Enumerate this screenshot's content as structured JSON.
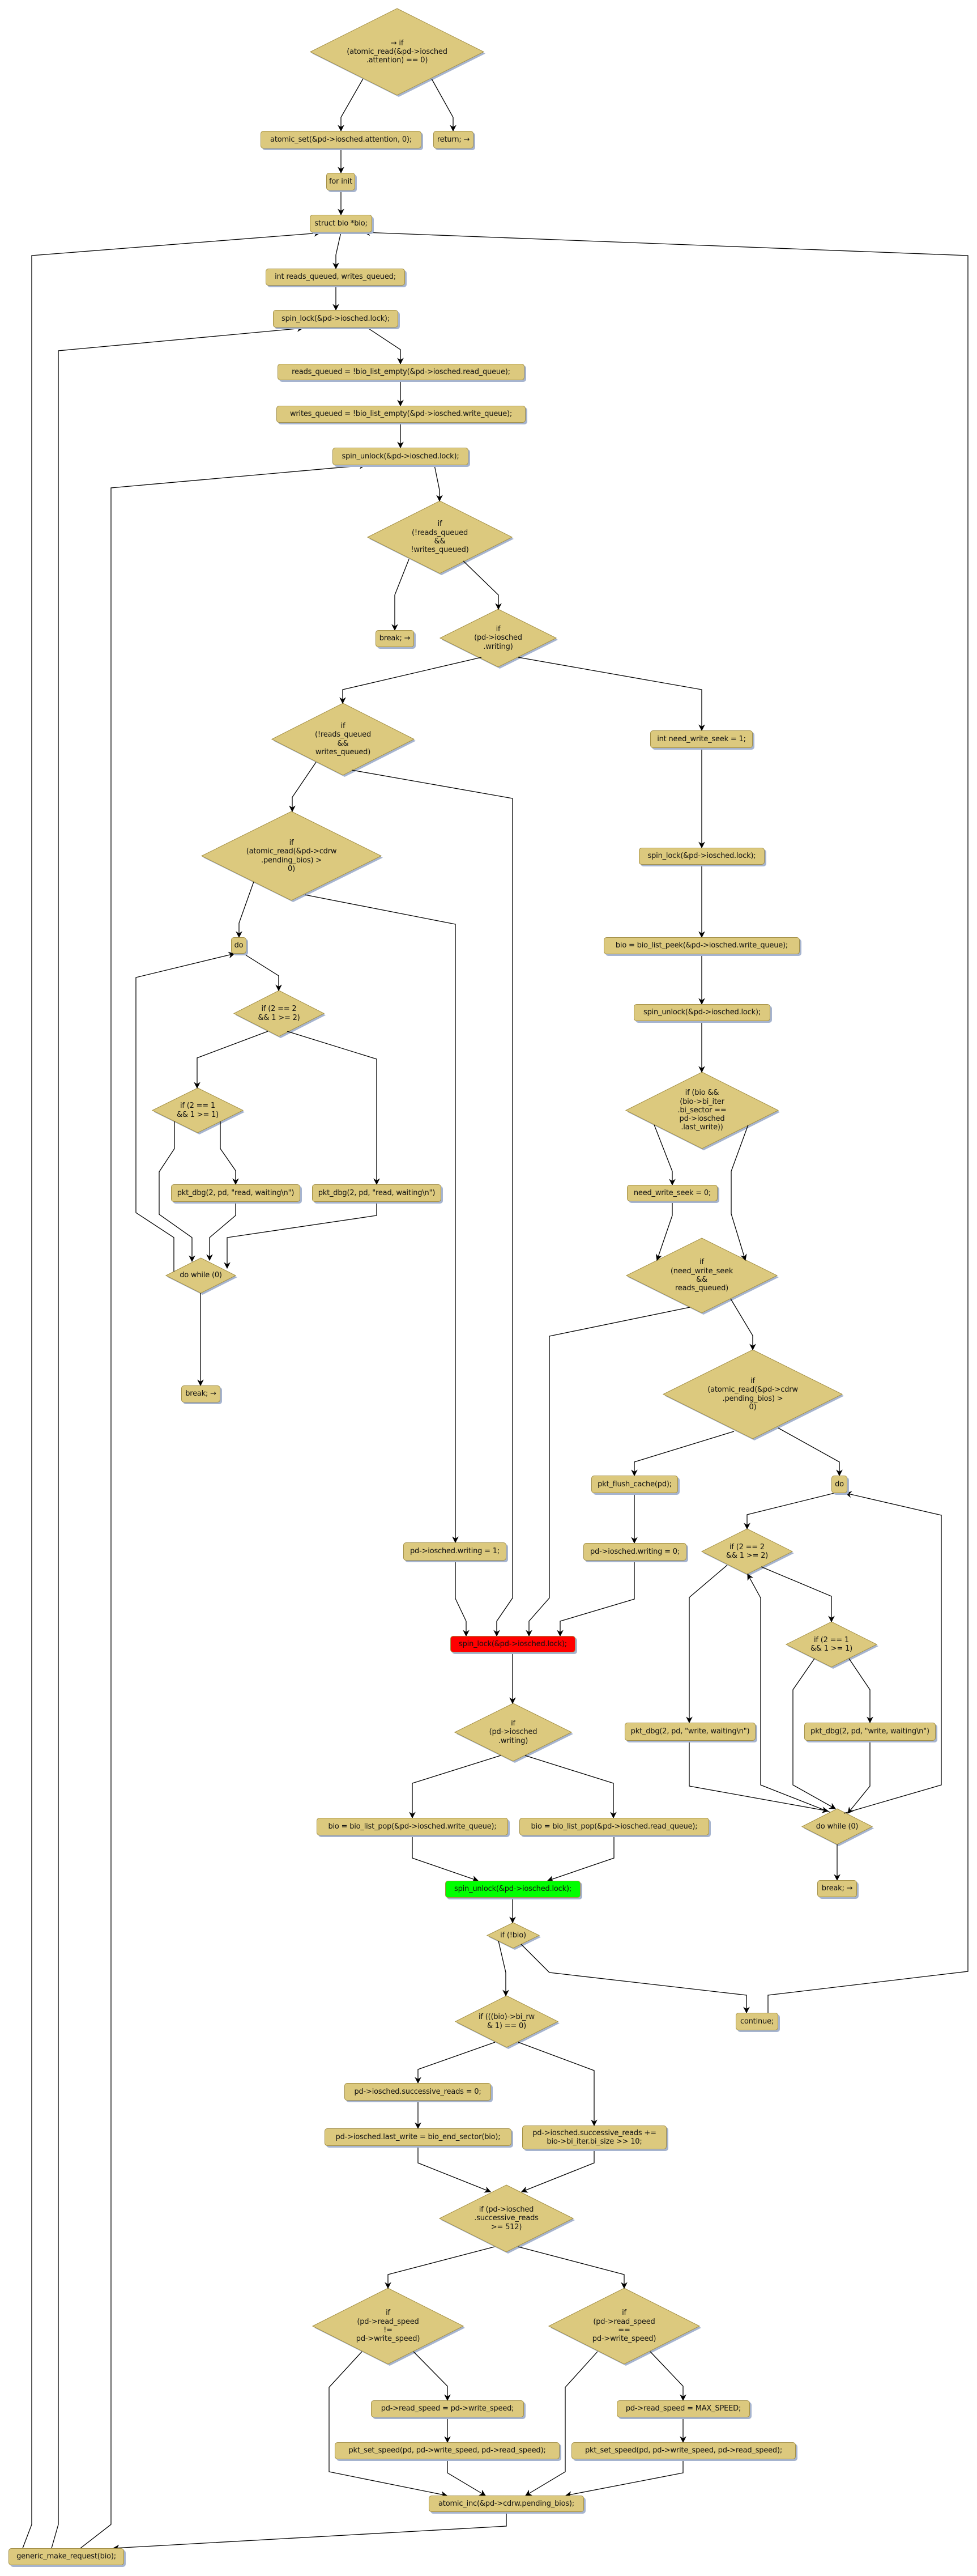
{
  "diagram": {
    "colors": {
      "node_fill": "#dcc97e",
      "node_border": "#a38f45",
      "shadow": "#a6b4cf",
      "highlight_lock": "#ff0000",
      "highlight_unlock": "#00ff00",
      "edge": "#000000"
    },
    "nodes": [
      {
        "label": "→ if\n(atomic_read(&pd->iosched\n.attention) == 0)",
        "shape": "diamond"
      },
      {
        "label": "atomic_set(&pd->iosched.attention, 0);",
        "shape": "box"
      },
      {
        "label": "return; →",
        "shape": "box"
      },
      {
        "label": "for init",
        "shape": "box"
      },
      {
        "label": "struct bio *bio;",
        "shape": "box"
      },
      {
        "label": "int reads_queued, writes_queued;",
        "shape": "box"
      },
      {
        "label": "spin_lock(&pd->iosched.lock);",
        "shape": "box"
      },
      {
        "label": "reads_queued = !bio_list_empty(&pd->iosched.read_queue);",
        "shape": "box"
      },
      {
        "label": "writes_queued = !bio_list_empty(&pd->iosched.write_queue);",
        "shape": "box"
      },
      {
        "label": "spin_unlock(&pd->iosched.lock);",
        "shape": "box"
      },
      {
        "label": "if\n(!reads_queued\n&&\n!writes_queued)",
        "shape": "diamond"
      },
      {
        "label": "break; →",
        "shape": "box"
      },
      {
        "label": "if\n(pd->iosched\n.writing)",
        "shape": "diamond"
      },
      {
        "label": "if\n(!reads_queued\n&&\nwrites_queued)",
        "shape": "diamond"
      },
      {
        "label": "if\n(atomic_read(&pd->cdrw\n.pending_bios) >\n0)",
        "shape": "diamond"
      },
      {
        "label": "do",
        "shape": "box"
      },
      {
        "label": "if (2 == 2\n&& 1 >= 2)",
        "shape": "diamond"
      },
      {
        "label": "if (2 == 1\n&& 1 >= 1)",
        "shape": "diamond"
      },
      {
        "label": "pkt_dbg(2, pd, \"read, waiting\\n\")",
        "shape": "box"
      },
      {
        "label": "pkt_dbg(2, pd, \"read, waiting\\n\")",
        "shape": "box"
      },
      {
        "label": "do while (0)",
        "shape": "diamond"
      },
      {
        "label": "break; →",
        "shape": "box"
      },
      {
        "label": "int need_write_seek = 1;",
        "shape": "box"
      },
      {
        "label": "spin_lock(&pd->iosched.lock);",
        "shape": "box"
      },
      {
        "label": "bio = bio_list_peek(&pd->iosched.write_queue);",
        "shape": "box"
      },
      {
        "label": "spin_unlock(&pd->iosched.lock);",
        "shape": "box"
      },
      {
        "label": "if (bio &&\n(bio->bi_iter\n.bi_sector ==\npd->iosched\n.last_write))",
        "shape": "diamond"
      },
      {
        "label": "need_write_seek = 0;",
        "shape": "box"
      },
      {
        "label": "if\n(need_write_seek\n&&\nreads_queued)",
        "shape": "diamond"
      },
      {
        "label": "if\n(atomic_read(&pd->cdrw\n.pending_bios) >\n0)",
        "shape": "diamond"
      },
      {
        "label": "pkt_flush_cache(pd);",
        "shape": "box"
      },
      {
        "label": "pd->iosched.writing = 0;",
        "shape": "box"
      },
      {
        "label": "do",
        "shape": "box"
      },
      {
        "label": "if (2 == 2\n&& 1 >= 2)",
        "shape": "diamond"
      },
      {
        "label": "if (2 == 1\n&& 1 >= 1)",
        "shape": "diamond"
      },
      {
        "label": "pkt_dbg(2, pd, \"write, waiting\\n\")",
        "shape": "box"
      },
      {
        "label": "pkt_dbg(2, pd, \"write, waiting\\n\")",
        "shape": "box"
      },
      {
        "label": "do while (0)",
        "shape": "diamond"
      },
      {
        "label": "break; →",
        "shape": "box"
      },
      {
        "label": "pd->iosched.writing = 1;",
        "shape": "box"
      },
      {
        "label": "spin_lock(&pd->iosched.lock);",
        "shape": "box",
        "highlight": "highlight_lock"
      },
      {
        "label": "if\n(pd->iosched\n.writing)",
        "shape": "diamond"
      },
      {
        "label": "bio = bio_list_pop(&pd->iosched.write_queue);",
        "shape": "box"
      },
      {
        "label": "bio = bio_list_pop(&pd->iosched.read_queue);",
        "shape": "box"
      },
      {
        "label": "spin_unlock(&pd->iosched.lock);",
        "shape": "box",
        "highlight": "highlight_unlock"
      },
      {
        "label": "if (!bio)",
        "shape": "diamond"
      },
      {
        "label": "continue;",
        "shape": "box"
      },
      {
        "label": "if (((bio)->bi_rw\n& 1) == 0)",
        "shape": "diamond"
      },
      {
        "label": "pd->iosched.successive_reads = 0;",
        "shape": "box"
      },
      {
        "label": "pd->iosched.last_write = bio_end_sector(bio);",
        "shape": "box"
      },
      {
        "label": "pd->iosched.successive_reads +=\nbio->bi_iter.bi_size >> 10;",
        "shape": "box"
      },
      {
        "label": "if (pd->iosched\n.successive_reads\n>= 512)",
        "shape": "diamond"
      },
      {
        "label": "if\n(pd->read_speed\n!=\npd->write_speed)",
        "shape": "diamond"
      },
      {
        "label": "if\n(pd->read_speed\n==\npd->write_speed)",
        "shape": "diamond"
      },
      {
        "label": "pd->read_speed = pd->write_speed;",
        "shape": "box"
      },
      {
        "label": "pkt_set_speed(pd, pd->write_speed, pd->read_speed);",
        "shape": "box"
      },
      {
        "label": "pd->read_speed = MAX_SPEED;",
        "shape": "box"
      },
      {
        "label": "pkt_set_speed(pd, pd->write_speed, pd->read_speed);",
        "shape": "box"
      },
      {
        "label": "atomic_inc(&pd->cdrw.pending_bios);",
        "shape": "box"
      },
      {
        "label": "generic_make_request(bio);",
        "shape": "box"
      }
    ]
  }
}
